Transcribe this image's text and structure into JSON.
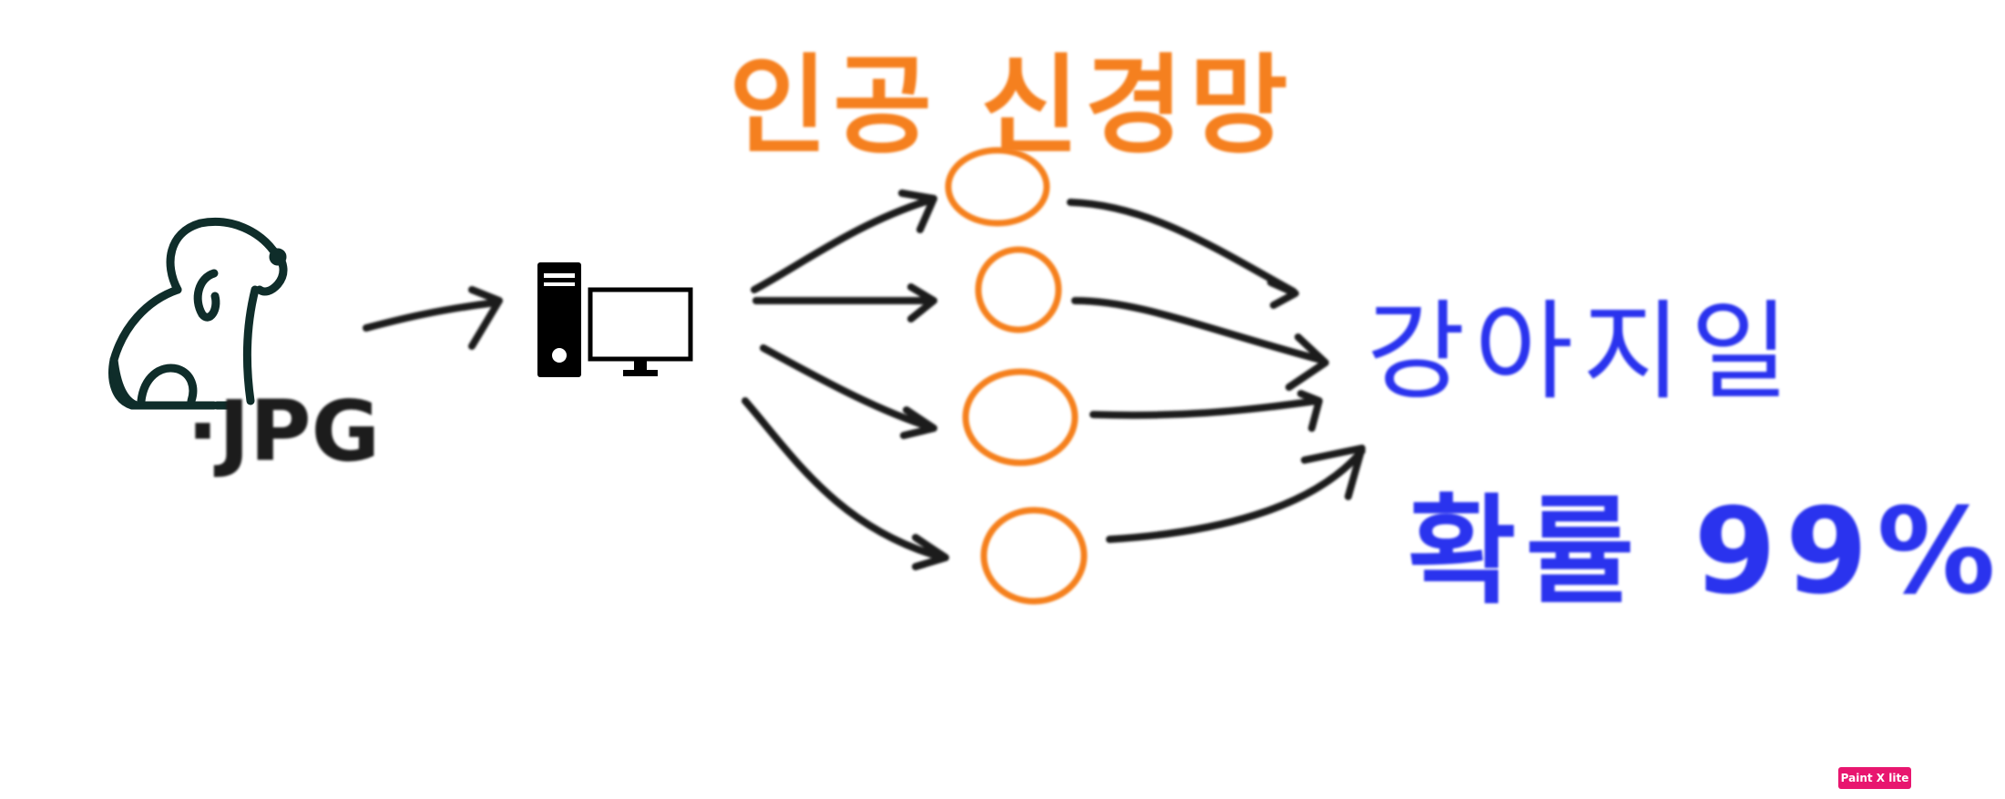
{
  "diagram": {
    "title": "인공 신경망",
    "input_label": "·JPG",
    "output_line1": "강아지일",
    "output_line2": "확률 99%",
    "nodes": [
      "node-1",
      "node-2",
      "node-3",
      "node-4"
    ],
    "input_icon": "dog-icon",
    "process_icon": "computer-icon"
  },
  "watermark": {
    "text": "Paint X lite"
  },
  "colors": {
    "title": "#F5801F",
    "nodes": "#F5801F",
    "arrows": "#1c1c1c",
    "output": "#2a33ee",
    "dog": "#0f2d2a",
    "badge": "#e8166f"
  }
}
